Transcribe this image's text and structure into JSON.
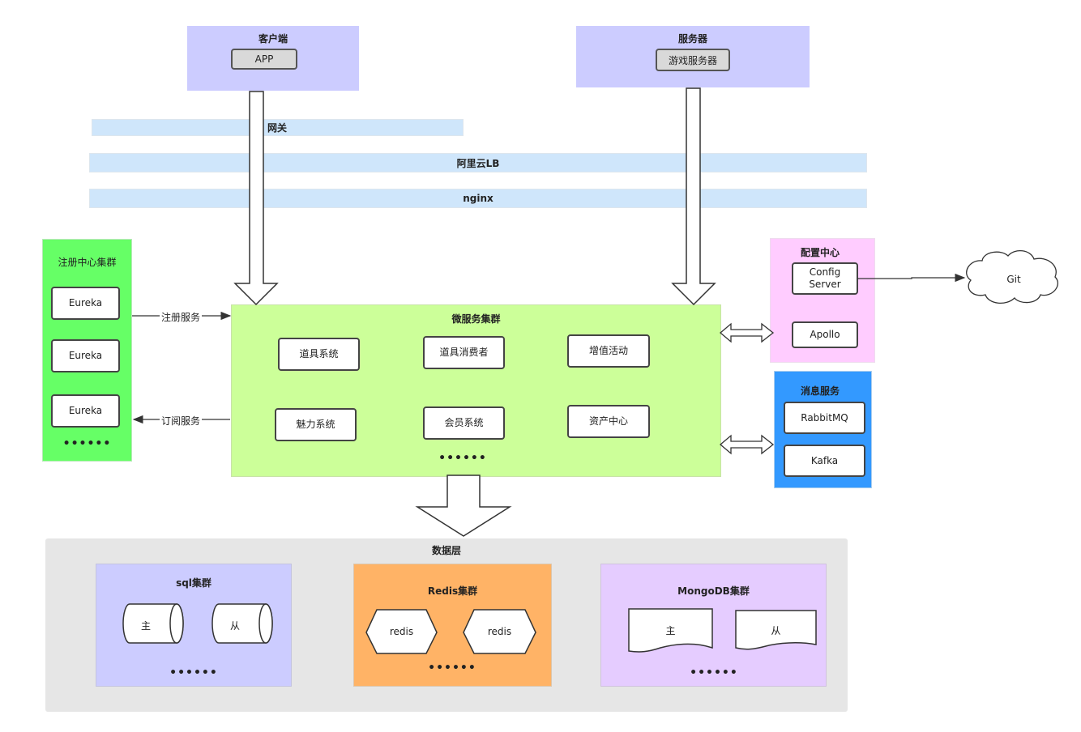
{
  "client": {
    "title": "客户端",
    "app": "APP",
    "color": "#ccccff"
  },
  "server": {
    "title": "服务器",
    "game_server": "游戏服务器",
    "color": "#ccccff"
  },
  "bars": {
    "gateway": "网关",
    "aliyun_lb": "阿里云LB",
    "nginx": "nginx"
  },
  "registry": {
    "title": "注册中心集群",
    "items": [
      "Eureka",
      "Eureka",
      "Eureka"
    ],
    "dots": "••••••",
    "color": "#66ff66"
  },
  "edges": {
    "register": "注册服务",
    "subscribe": "订阅服务"
  },
  "microservices": {
    "title": "微服务集群",
    "items": [
      "道具系统",
      "道具消费者",
      "增值活动",
      "魅力系统",
      "会员系统",
      "资产中心"
    ],
    "dots": "••••••",
    "color": "#ccff99"
  },
  "config_center": {
    "title": "配置中心",
    "config_server": "Config Server",
    "apollo": "Apollo",
    "color": "#ffccff"
  },
  "git": "Git",
  "message_service": {
    "title": "消息服务",
    "rabbitmq": "RabbitMQ",
    "kafka": "Kafka",
    "color": "#3399ff"
  },
  "data_layer": {
    "title": "数据层",
    "sql": {
      "title": "sql集群",
      "master": "主",
      "slave": "从",
      "dots": "••••••",
      "color": "#ccccff"
    },
    "redis": {
      "title": "Redis集群",
      "node1": "redis",
      "node2": "redis",
      "dots": "••••••",
      "color": "#ffb366"
    },
    "mongo": {
      "title": "MongoDB集群",
      "master": "主",
      "slave": "从",
      "dots": "••••••",
      "color": "#e5ccff"
    }
  }
}
